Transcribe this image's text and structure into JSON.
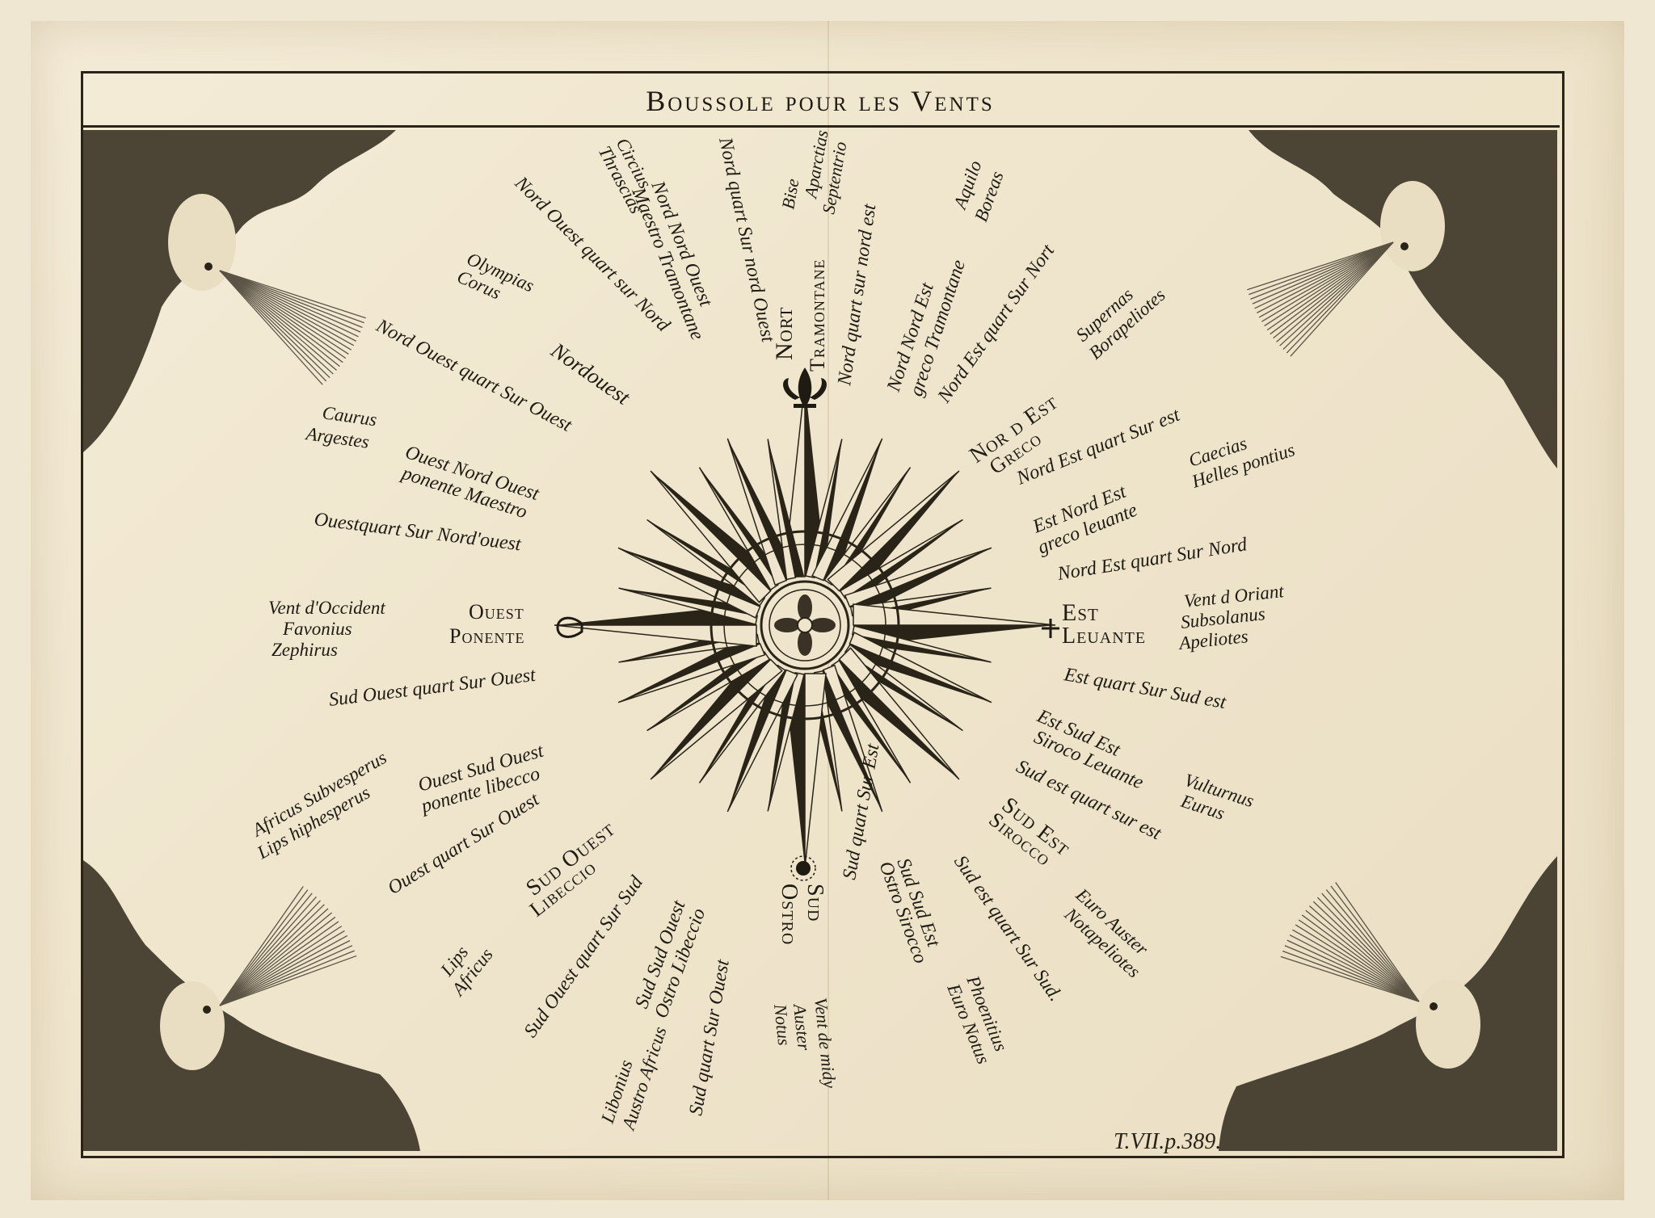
{
  "title": "Boussole pour les Vents",
  "plate_ref": "T.VII.p.389.",
  "cardinals": {
    "north": [
      "Nort",
      "Tramontane"
    ],
    "east": [
      "Est",
      "Leuante"
    ],
    "south": [
      "Sud",
      "Ostro"
    ],
    "west": [
      "Ouest",
      "Ponente"
    ]
  },
  "intercardinals": {
    "ne": [
      "Nor d Est",
      "Greco"
    ],
    "se": [
      "Sud Est",
      "Sirocco"
    ],
    "sw": [
      "Sud Ouest",
      "Libeccio"
    ],
    "nw": [
      "Nordouest"
    ]
  },
  "points": {
    "nqne": "Nord quart sur nord est",
    "nne": [
      "Nord Nord Est",
      "greco Tramontane"
    ],
    "neqn": "Nord Est quart Sur Nort",
    "neqe": "Nord Est quart Sur est",
    "ene": [
      "Est Nord Est",
      "greco leuante"
    ],
    "eqn": "Nord Est quart Sur Nord",
    "eqs": "Est quart Sur Sud est",
    "ese": [
      "Est Sud Est",
      "Siroco Leuante"
    ],
    "seqe": "Sud est quart sur est",
    "seqs": "Sud est quart Sur Sud.",
    "sse": [
      "Sud Sud Est",
      "Ostro Sirocco"
    ],
    "sqse": "Sud quart Sur Est",
    "sqsw": "Sud quart Sur Ouest",
    "ssw": [
      "Sud Sud Ouest",
      "Ostro Libeccio"
    ],
    "swqs": "Sud Ouest quart Sur Sud",
    "swqw": "Ouest quart Sur Ouest",
    "wsw": [
      "Ouest Sud Ouest",
      "ponente libecco"
    ],
    "wqs": "Sud Ouest quart Sur Ouest",
    "wqn": "Ouestquart Sur Nord'ouest",
    "wnw": [
      "Ouest Nord Ouest",
      "ponente Maestro"
    ],
    "nwqw": "Nord Ouest quart Sur Ouest",
    "nwqn": "Nord Ouest quart sur Nord",
    "nnw": [
      "Nord Nord Ouest",
      "Maestro Tramontane"
    ],
    "nqnw": "Nord quart Sur nord Ouest"
  },
  "classical": {
    "north": [
      "Bise",
      "Aparctias",
      "Septentrio"
    ],
    "nne": [
      "Aquilo",
      "Boreas"
    ],
    "ne": [
      "Supernas",
      "Borapeliotes"
    ],
    "ene": [
      "Caecias",
      "Helles pontius"
    ],
    "east": [
      "Vent d Oriant",
      "Subsolanus",
      "Apeliotes"
    ],
    "ese": [
      "Vulturnus",
      "Eurus"
    ],
    "se": [
      "Euro Auster",
      "Notapeliotes"
    ],
    "sse": [
      "Phoenitius",
      "Euro Notus"
    ],
    "south": [
      "Vent de midy",
      "Auster",
      "Notus"
    ],
    "ssw": [
      "Libonius",
      "Austro Africus"
    ],
    "sw": [
      "Lips",
      "Africus"
    ],
    "wsw": [
      "Africus Subvesperus",
      "Lips hiphesperus"
    ],
    "west": [
      "Vent d'Occident",
      "Favonius",
      "Zephirus"
    ],
    "wnw": [
      "Caurus",
      "Argestes"
    ],
    "nw": [
      "Olympias",
      "Corus"
    ],
    "nnw": [
      "Circius",
      "Thrascias"
    ]
  }
}
